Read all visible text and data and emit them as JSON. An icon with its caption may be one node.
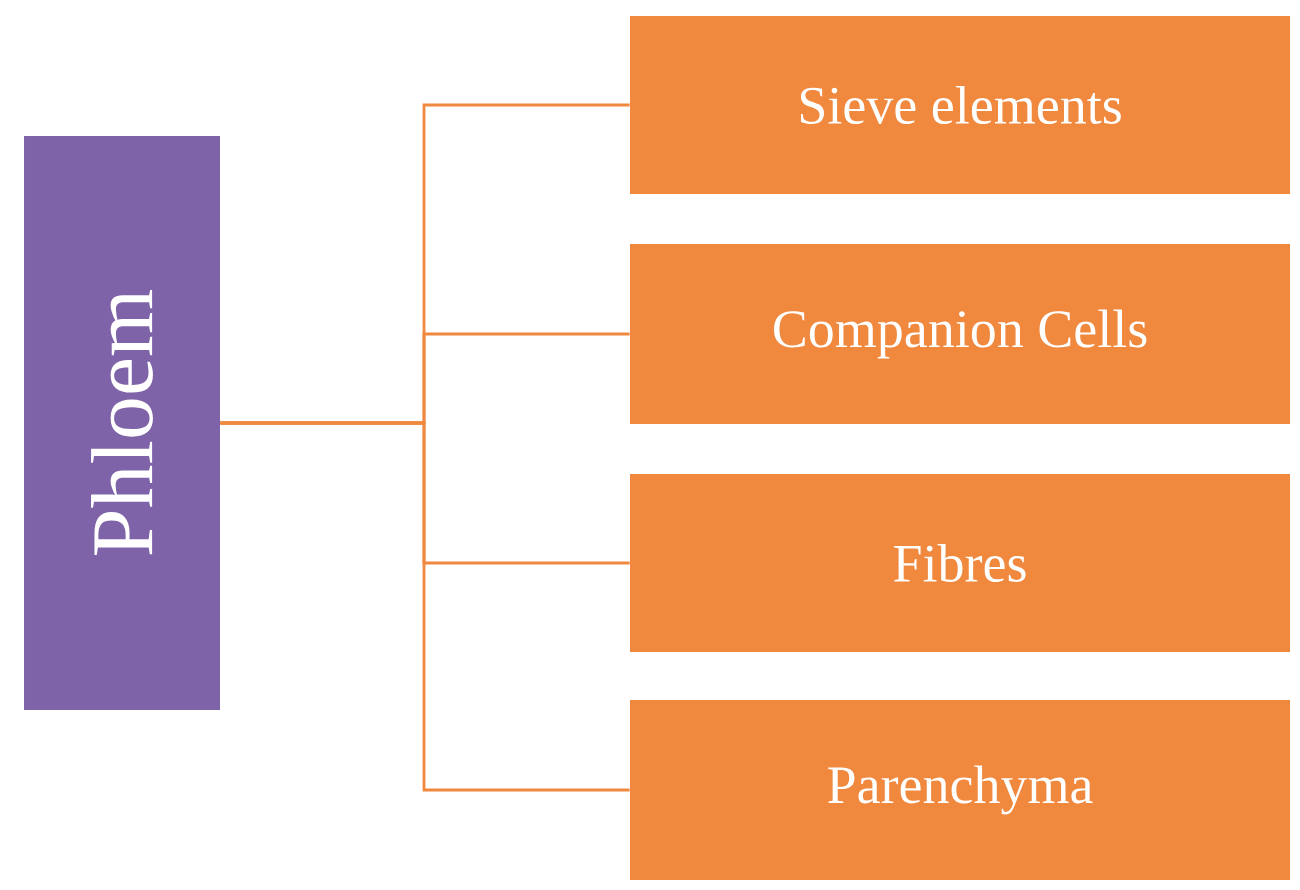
{
  "diagram": {
    "nodes": [
      {
        "text": [
          "Phloem"
        ]
      },
      {
        "text": [
          "Sieve elements"
        ]
      },
      {
        "text": [
          "Companion Cells"
        ]
      },
      {
        "text": [
          "Fibres"
        ]
      },
      {
        "text": [
          "Parenchyma"
        ]
      }
    ],
    "edges": [
      {
        "from": 0,
        "to": 1,
        "arrow": "none"
      },
      {
        "from": 0,
        "to": 2,
        "arrow": "none"
      },
      {
        "from": 0,
        "to": 3,
        "arrow": "none"
      },
      {
        "from": 0,
        "to": 4,
        "arrow": "none"
      }
    ]
  }
}
